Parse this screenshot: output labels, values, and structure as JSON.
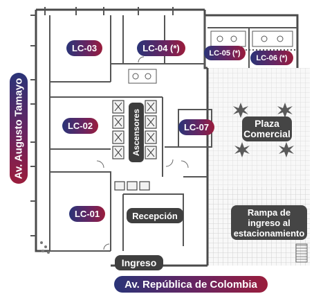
{
  "streets": {
    "west": "Av. Augusto Tamayo",
    "south": "Av. República de Colombia"
  },
  "units": {
    "lc03": "LC-03",
    "lc04": "LC-04 (*)",
    "lc05": "LC-05 (*)",
    "lc06": "LC-06 (*)",
    "lc02": "LC-02",
    "lc07": "LC-07",
    "lc01": "LC-01"
  },
  "areas": {
    "elevators": "Ascensores",
    "plaza": "Plaza Comercial",
    "reception": "Recepción",
    "ramp": "Rampa de ingreso al estacionamiento",
    "entrance": "Ingreso"
  },
  "colors": {
    "wall": "#4a4a4a",
    "plaza_grid": "#c9c9c9",
    "label_gradient_start": "#2a3478",
    "label_gradient_end": "#9a1d3c",
    "dark_label": "#3f3f3f"
  }
}
